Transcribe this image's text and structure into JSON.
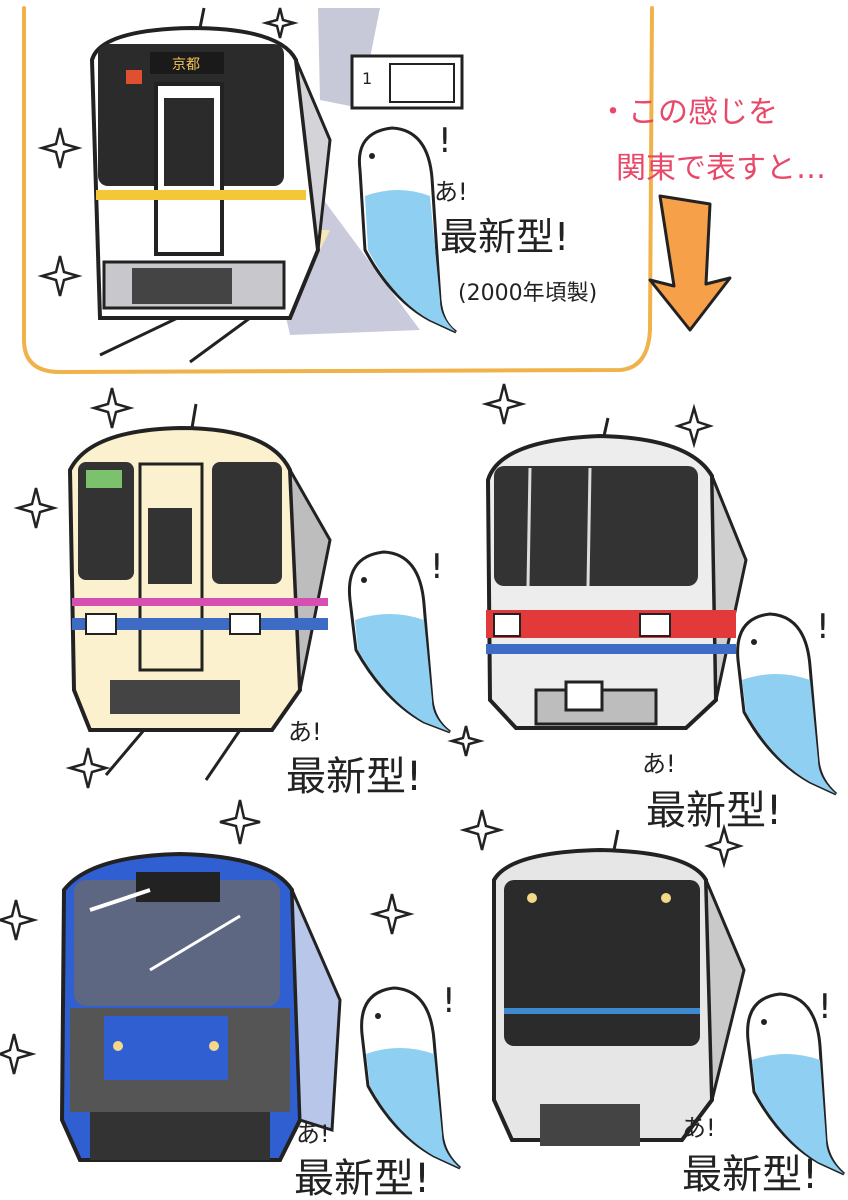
{
  "intro": {
    "destination_sign": "京都",
    "platform_number": "1",
    "exclaim": "あ!",
    "newest": "最新型!",
    "note": "(2000年頃製)"
  },
  "caption": {
    "line1": "・この感じを",
    "line2": "関東で表すと…"
  },
  "panels": [
    {
      "exclaim": "あ!",
      "newest": "最新型!"
    },
    {
      "exclaim": "あ!",
      "newest": "最新型!"
    },
    {
      "exclaim": "あ!",
      "newest": "最新型!"
    },
    {
      "exclaim": "あ!",
      "newest": "最新型!"
    }
  ],
  "colors": {
    "frame_orange": "#f0b24a",
    "arrow_orange": "#f6a04a",
    "caption_pink": "#e8486a",
    "bird_blue": "#8fd0f2",
    "train_cream": "#fbf1cf",
    "stripe_blue": "#3e6cc4",
    "stripe_red": "#e23a3a",
    "stripe_pink": "#d74fb0",
    "body_blue": "#2f5fd0"
  }
}
